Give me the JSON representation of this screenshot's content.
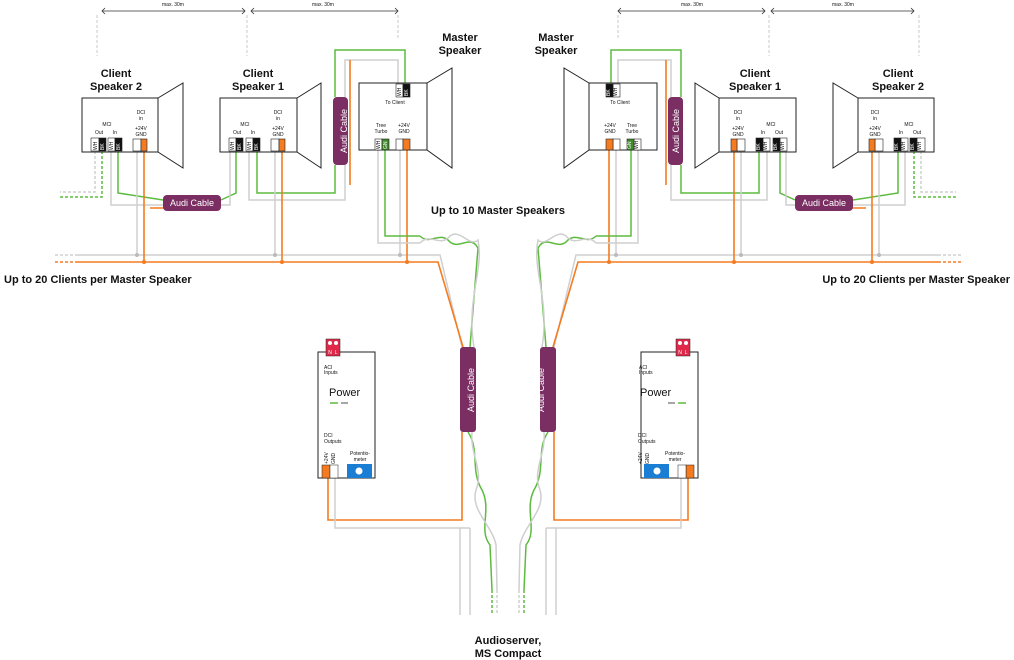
{
  "colors": {
    "audio_green": "#5dbb3f",
    "white_wire": "#cfcfcf",
    "power_orange": "#f47b20",
    "audi_cable": "#7a2e62",
    "ac_connector": "#e0294a",
    "potentiometer": "#1a7fd4"
  },
  "distance_label": "max. 30m",
  "client2": {
    "line1": "Client",
    "line2": "Speaker 2"
  },
  "client1": {
    "line1": "Client",
    "line2": "Speaker 1"
  },
  "master": {
    "line1": "Master",
    "line2": "Speaker",
    "to_client": "To Client",
    "tree": "Tree",
    "turbo": "Turbo"
  },
  "terminals": {
    "dci": "DCI",
    "in_lower": "in",
    "mci": "MCI",
    "out": "Out",
    "in": "In",
    "v24": "+24V",
    "gnd": "GND",
    "wh": "WH",
    "bk": "BK",
    "gn": "GN"
  },
  "audi_cable": "Audi Cable",
  "up_to_masters": "Up to 10 Master Speakers",
  "up_to_clients": "Up to 20 Clients per Master Speaker",
  "power": {
    "title": "Power",
    "aci": "ACI",
    "inputs": "Inputs",
    "dci": "DCI",
    "outputs": "Outputs",
    "v24": "+24V",
    "gnd": "GND",
    "pot1": "Potentio-",
    "pot2": "meter",
    "n": "N",
    "l": "L"
  },
  "audioserver": {
    "line1": "Audioserver,",
    "line2": "MS Compact"
  }
}
